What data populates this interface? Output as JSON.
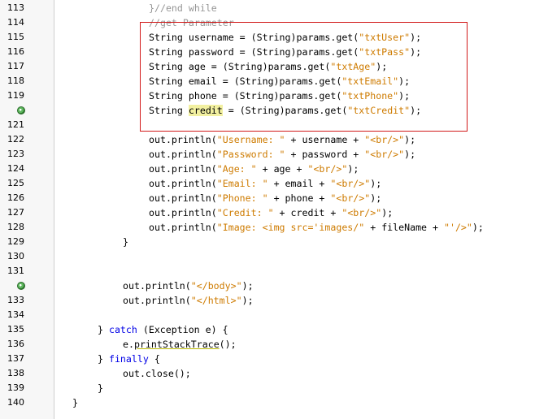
{
  "editor": {
    "lines": [
      {
        "num": "113",
        "indent": 183,
        "segs": [
          {
            "t": "}//end while",
            "c": "cm"
          }
        ]
      },
      {
        "num": "114",
        "indent": 183,
        "segs": [
          {
            "t": "//get Parameter",
            "c": "cm"
          }
        ]
      },
      {
        "num": "115",
        "indent": 183,
        "segs": [
          {
            "t": "String username = (String)params.get("
          },
          {
            "t": "\"txtUser\"",
            "c": "str"
          },
          {
            "t": ");"
          }
        ]
      },
      {
        "num": "116",
        "indent": 183,
        "segs": [
          {
            "t": "String password = (String)params.get("
          },
          {
            "t": "\"txtPass\"",
            "c": "str"
          },
          {
            "t": ");"
          }
        ]
      },
      {
        "num": "117",
        "indent": 183,
        "segs": [
          {
            "t": "String age = (String)params.get("
          },
          {
            "t": "\"txtAge\"",
            "c": "str"
          },
          {
            "t": ");"
          }
        ]
      },
      {
        "num": "118",
        "indent": 183,
        "segs": [
          {
            "t": "String email = (String)params.get("
          },
          {
            "t": "\"txtEmail\"",
            "c": "str"
          },
          {
            "t": ");"
          }
        ]
      },
      {
        "num": "119",
        "indent": 183,
        "segs": [
          {
            "t": "String phone = (String)params.get("
          },
          {
            "t": "\"txtPhone\"",
            "c": "str"
          },
          {
            "t": ");"
          }
        ]
      },
      {
        "num": "",
        "breakpoint": true,
        "indent": 183,
        "segs": [
          {
            "t": "String "
          },
          {
            "t": "credit",
            "c": "hl"
          },
          {
            "t": " = (String)params.get("
          },
          {
            "t": "\"txtCredit\"",
            "c": "str"
          },
          {
            "t": ");"
          }
        ]
      },
      {
        "num": "121",
        "indent": 183,
        "segs": []
      },
      {
        "num": "122",
        "indent": 183,
        "segs": [
          {
            "t": "out.println("
          },
          {
            "t": "\"Username: \"",
            "c": "str"
          },
          {
            "t": " + username + "
          },
          {
            "t": "\"<br/>\"",
            "c": "str"
          },
          {
            "t": ");"
          }
        ]
      },
      {
        "num": "123",
        "indent": 183,
        "segs": [
          {
            "t": "out.println("
          },
          {
            "t": "\"Password: \"",
            "c": "str"
          },
          {
            "t": " + password + "
          },
          {
            "t": "\"<br/>\"",
            "c": "str"
          },
          {
            "t": ");"
          }
        ]
      },
      {
        "num": "124",
        "indent": 183,
        "segs": [
          {
            "t": "out.println("
          },
          {
            "t": "\"Age: \"",
            "c": "str"
          },
          {
            "t": " + age + "
          },
          {
            "t": "\"<br/>\"",
            "c": "str"
          },
          {
            "t": ");"
          }
        ]
      },
      {
        "num": "125",
        "indent": 183,
        "segs": [
          {
            "t": "out.println("
          },
          {
            "t": "\"Email: \"",
            "c": "str"
          },
          {
            "t": " + email + "
          },
          {
            "t": "\"<br/>\"",
            "c": "str"
          },
          {
            "t": ");"
          }
        ]
      },
      {
        "num": "126",
        "indent": 183,
        "segs": [
          {
            "t": "out.println("
          },
          {
            "t": "\"Phone: \"",
            "c": "str"
          },
          {
            "t": " + phone + "
          },
          {
            "t": "\"<br/>\"",
            "c": "str"
          },
          {
            "t": ");"
          }
        ]
      },
      {
        "num": "127",
        "indent": 183,
        "segs": [
          {
            "t": "out.println("
          },
          {
            "t": "\"Credit: \"",
            "c": "str"
          },
          {
            "t": " + credit + "
          },
          {
            "t": "\"<br/>\"",
            "c": "str"
          },
          {
            "t": ");"
          }
        ]
      },
      {
        "num": "128",
        "indent": 183,
        "segs": [
          {
            "t": "out.println("
          },
          {
            "t": "\"Image: <img src='images/\"",
            "c": "str"
          },
          {
            "t": " + fileName + "
          },
          {
            "t": "\"'/>\"",
            "c": "str"
          },
          {
            "t": ");"
          }
        ]
      },
      {
        "num": "129",
        "indent": 151,
        "segs": [
          {
            "t": "}"
          }
        ]
      },
      {
        "num": "130",
        "indent": 151,
        "segs": []
      },
      {
        "num": "131",
        "indent": 151,
        "segs": []
      },
      {
        "num": "",
        "breakpoint": true,
        "indent": 151,
        "segs": [
          {
            "t": "out.println("
          },
          {
            "t": "\"</body>\"",
            "c": "str"
          },
          {
            "t": ");"
          }
        ]
      },
      {
        "num": "133",
        "indent": 151,
        "segs": [
          {
            "t": "out.println("
          },
          {
            "t": "\"</html>\"",
            "c": "str"
          },
          {
            "t": ");"
          }
        ]
      },
      {
        "num": "134",
        "indent": 151,
        "segs": []
      },
      {
        "num": "135",
        "indent": 120,
        "segs": [
          {
            "t": "} "
          },
          {
            "t": "catch",
            "c": "kw"
          },
          {
            "t": " (Exception e) {"
          }
        ]
      },
      {
        "num": "136",
        "indent": 151,
        "segs": [
          {
            "t": "e."
          },
          {
            "t": "printStackTrace",
            "c": "uline"
          },
          {
            "t": "();"
          }
        ]
      },
      {
        "num": "137",
        "indent": 120,
        "segs": [
          {
            "t": "} "
          },
          {
            "t": "finally",
            "c": "kw"
          },
          {
            "t": " {"
          }
        ]
      },
      {
        "num": "138",
        "indent": 151,
        "segs": [
          {
            "t": "out.close();"
          }
        ]
      },
      {
        "num": "139",
        "indent": 120,
        "segs": [
          {
            "t": "}"
          }
        ]
      },
      {
        "num": "140",
        "indent": 89,
        "segs": [
          {
            "t": "}"
          }
        ]
      }
    ]
  }
}
